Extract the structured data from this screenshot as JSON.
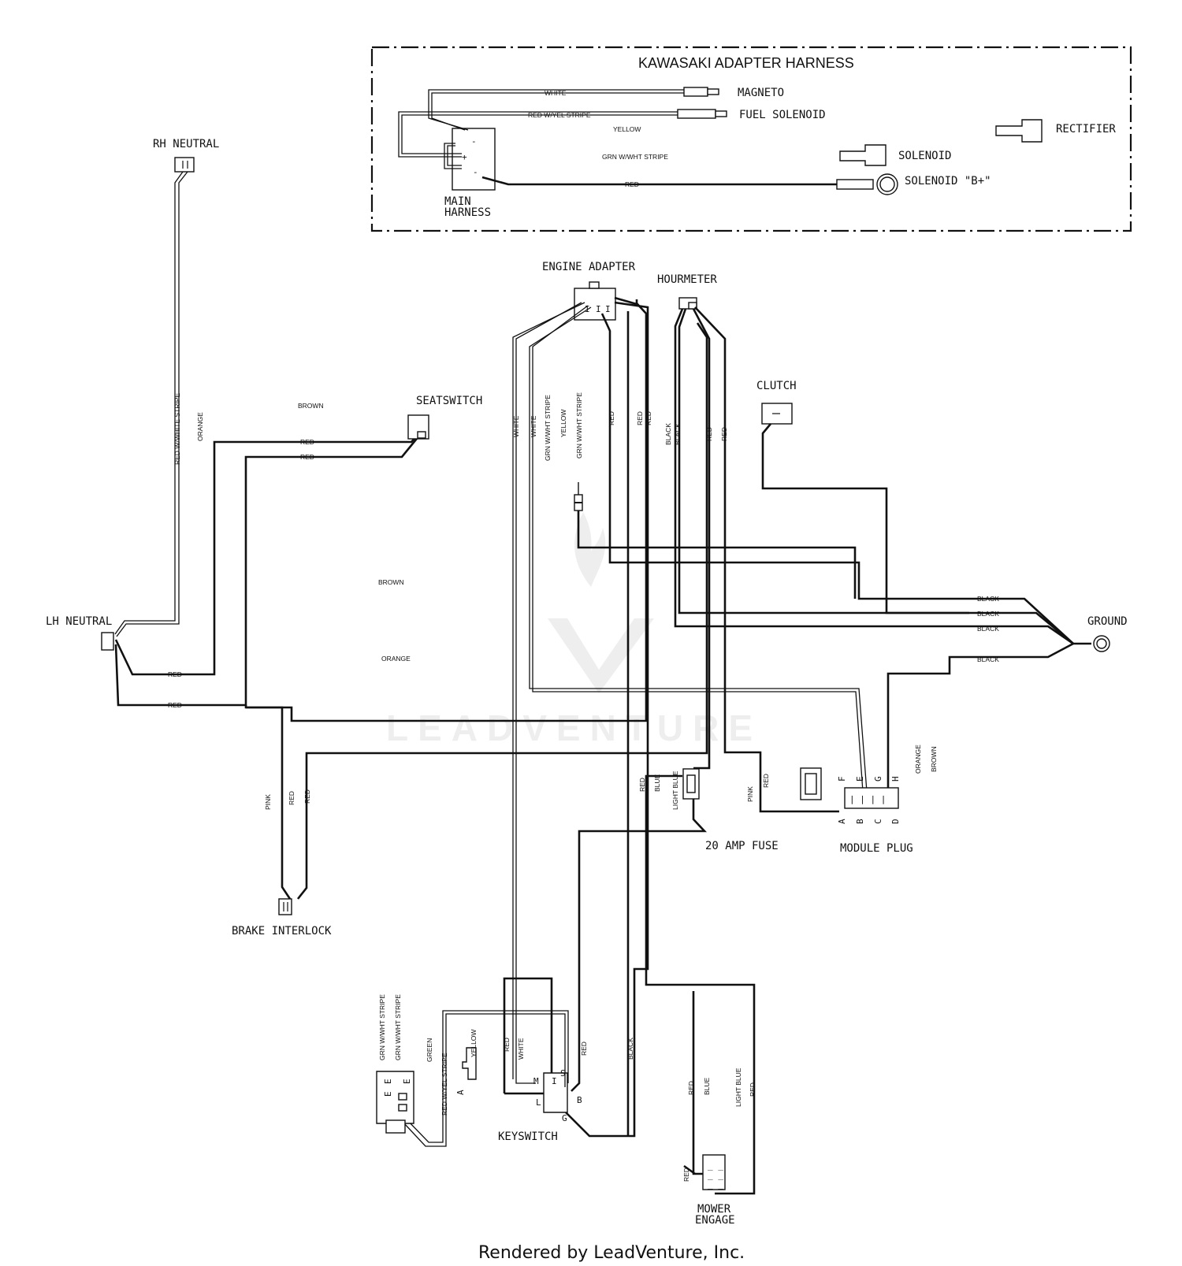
{
  "adapter_harness": {
    "title": "KAWASAKI ADAPTER HARNESS",
    "labels": {
      "magneto": "MAGNETO",
      "fuel_solenoid": "FUEL SOLENOID",
      "rectifier": "RECTIFIER",
      "solenoid": "SOLENOID",
      "solenoid_b": "SOLENOID \"B+\"",
      "main_harness_1": "MAIN",
      "main_harness_2": "HARNESS"
    },
    "wires": {
      "white": "WHITE",
      "red_yel": "RED W/YEL STRIPE",
      "yellow": "YELLOW",
      "grn_wht": "GRN W/WHT STRIPE",
      "red": "RED"
    }
  },
  "components": {
    "rh_neutral": "RH NEUTRAL",
    "lh_neutral": "LH NEUTRAL",
    "seatswitch": "SEATSWITCH",
    "engine_adapter": "ENGINE ADAPTER",
    "hourmeter": "HOURMETER",
    "clutch": "CLUTCH",
    "ground": "GROUND",
    "brake_interlock": "BRAKE INTERLOCK",
    "fuse": "20 AMP FUSE",
    "module_plug": "MODULE PLUG",
    "keyswitch": "KEYSWITCH",
    "mower_engage_1": "MOWER",
    "mower_engage_2": "ENGAGE"
  },
  "wire_labels": {
    "red_white_stripe": "RED W/WHITE STRIPE",
    "orange": "ORANGE",
    "brown": "BROWN",
    "red": "RED",
    "white": "WHITE",
    "grn_wht": "GRN W/WHT STRIPE",
    "yellow": "YELLOW",
    "black": "BLACK",
    "blue": "BLUE",
    "light_blue": "LIGHT BLUE",
    "pink": "PINK",
    "green": "GREEN",
    "red_yel": "RED W/YEL STRIPE"
  },
  "pins": {
    "module": [
      "A",
      "B",
      "C",
      "D",
      "E",
      "F",
      "G",
      "H"
    ],
    "keyswitch": [
      "M",
      "I",
      "S",
      "L",
      "G",
      "B"
    ],
    "plug_a": "A"
  },
  "watermark": "LEADVENTURE",
  "footer": "Rendered by LeadVenture, Inc."
}
